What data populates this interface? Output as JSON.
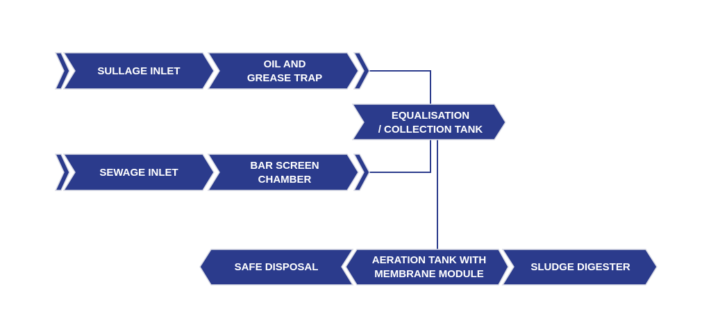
{
  "colors": {
    "shape": "#2b3b8c",
    "outline": "#d7d9e4",
    "connector": "#2b3b8c"
  },
  "nodes": {
    "sullage_inlet": {
      "lines": [
        "SULLAGE INLET"
      ]
    },
    "oil_grease_trap": {
      "lines": [
        "OIL AND",
        "GREASE TRAP"
      ]
    },
    "equalisation_tank": {
      "lines": [
        "EQUALISATION",
        "/ COLLECTION TANK"
      ]
    },
    "sewage_inlet": {
      "lines": [
        "SEWAGE INLET"
      ]
    },
    "bar_screen_chamber": {
      "lines": [
        "BAR SCREEN",
        "CHAMBER"
      ]
    },
    "safe_disposal": {
      "lines": [
        "SAFE DISPOSAL"
      ]
    },
    "aeration_tank": {
      "lines": [
        "AERATION TANK WITH",
        "MEMBRANE MODULE"
      ]
    },
    "sludge_digester": {
      "lines": [
        "SLUDGE DIGESTER"
      ]
    }
  }
}
